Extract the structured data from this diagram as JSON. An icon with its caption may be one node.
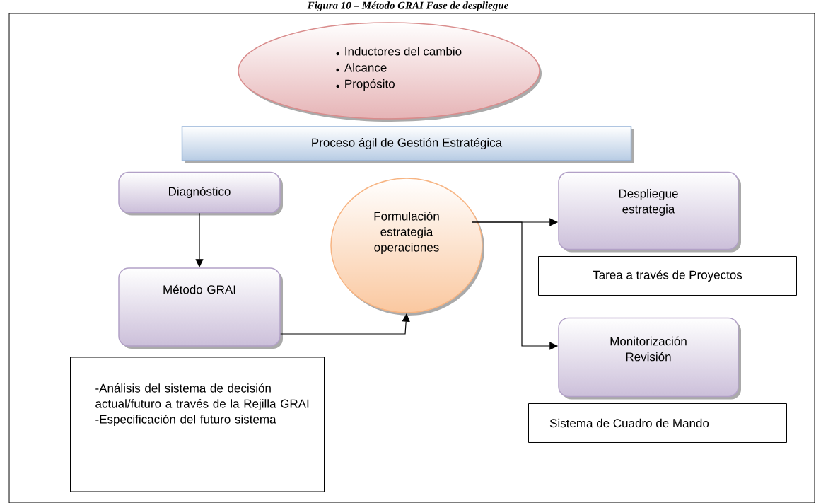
{
  "diagram": {
    "title": "Figura 10 – Método GRAI Fase de despliegue",
    "nodes": [
      {
        "text": [
          "Inductores del cambio",
          "Alcance",
          "Propósito"
        ]
      },
      {
        "text": [
          "Proceso ágil de Gestión Estratégica"
        ]
      },
      {
        "text": [
          "Diagnóstico"
        ]
      },
      {
        "text": [
          "Método GRAI"
        ]
      },
      {
        "text": [
          "-Análisis del sistema de decisión actual/futuro a través de la Rejilla GRAI",
          "-Especificación del futuro sistema"
        ]
      },
      {
        "text": [
          "Formulación estrategia operaciones"
        ]
      },
      {
        "text": [
          "Despliegue estrategia"
        ]
      },
      {
        "text": [
          "Tarea a través de Proyectos"
        ]
      },
      {
        "text": [
          "Monitorización Revisión"
        ]
      },
      {
        "text": [
          "Sistema de Cuadro de Mando"
        ]
      }
    ],
    "edges": [
      {
        "from": 2,
        "to": 3,
        "arrow": "to"
      },
      {
        "from": 3,
        "to": 5,
        "arrow": "to"
      },
      {
        "from": 5,
        "to": 6,
        "arrow": "to"
      },
      {
        "from": 5,
        "to": 8,
        "arrow": "to"
      }
    ]
  }
}
